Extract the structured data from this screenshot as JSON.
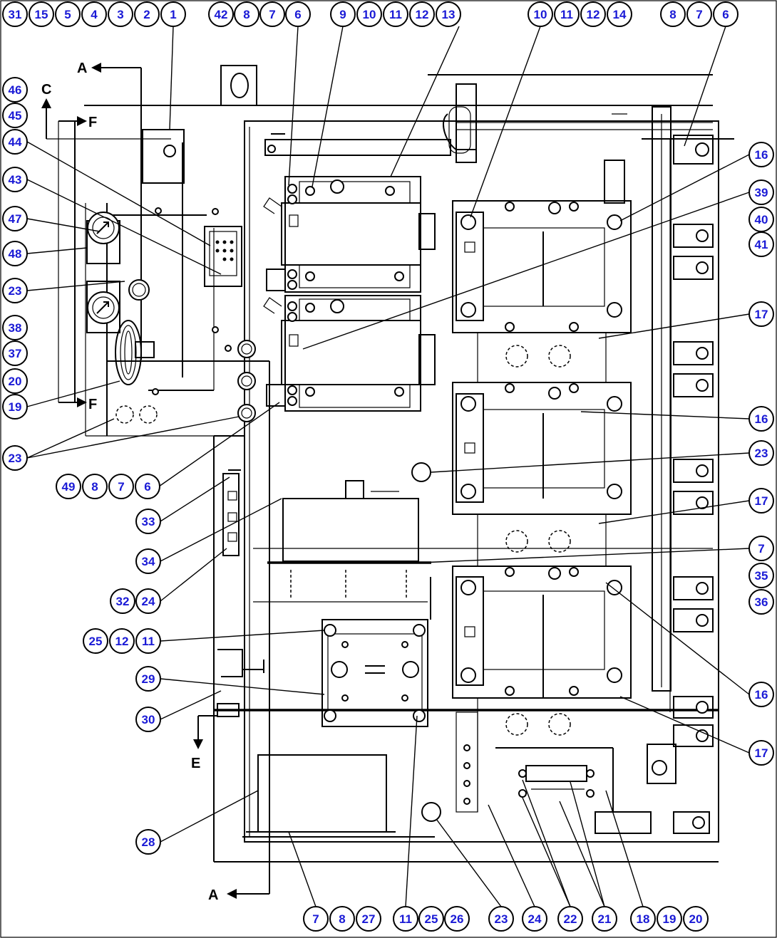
{
  "colors": {
    "callout_text": "#1a1ad6",
    "line": "#000000",
    "background": "#ffffff"
  },
  "letters": [
    "A",
    "C",
    "F",
    "F",
    "E",
    "A"
  ],
  "top_callouts": {
    "group1": [
      "31",
      "15",
      "5",
      "4",
      "3",
      "2",
      "1"
    ],
    "group2": [
      "42",
      "8",
      "7",
      "6"
    ],
    "group3": [
      "9",
      "10",
      "11",
      "12",
      "13"
    ],
    "group4": [
      "10",
      "11",
      "12",
      "14"
    ],
    "group5": [
      "8",
      "7",
      "6"
    ]
  },
  "left_callouts": [
    "46",
    "45",
    "44",
    "43",
    "47",
    "48",
    "23",
    "38",
    "37",
    "20",
    "19",
    "23"
  ],
  "mid_left_callouts": {
    "row_49": [
      "49",
      "8",
      "7",
      "6"
    ],
    "single_33": "33",
    "single_34": "34",
    "row_32": [
      "32",
      "24"
    ],
    "row_25": [
      "25",
      "12",
      "11"
    ],
    "single_29": "29",
    "single_30": "30",
    "single_28": "28"
  },
  "right_callouts": [
    "16",
    "39",
    "40",
    "41",
    "17",
    "16",
    "23",
    "17",
    "7",
    "35",
    "36",
    "16",
    "17"
  ],
  "bottom_callouts": {
    "group1": [
      "7",
      "8",
      "27"
    ],
    "group2": [
      "11",
      "25",
      "26"
    ],
    "singles": [
      "23",
      "24",
      "22",
      "21"
    ],
    "group3": [
      "18",
      "19",
      "20"
    ]
  }
}
